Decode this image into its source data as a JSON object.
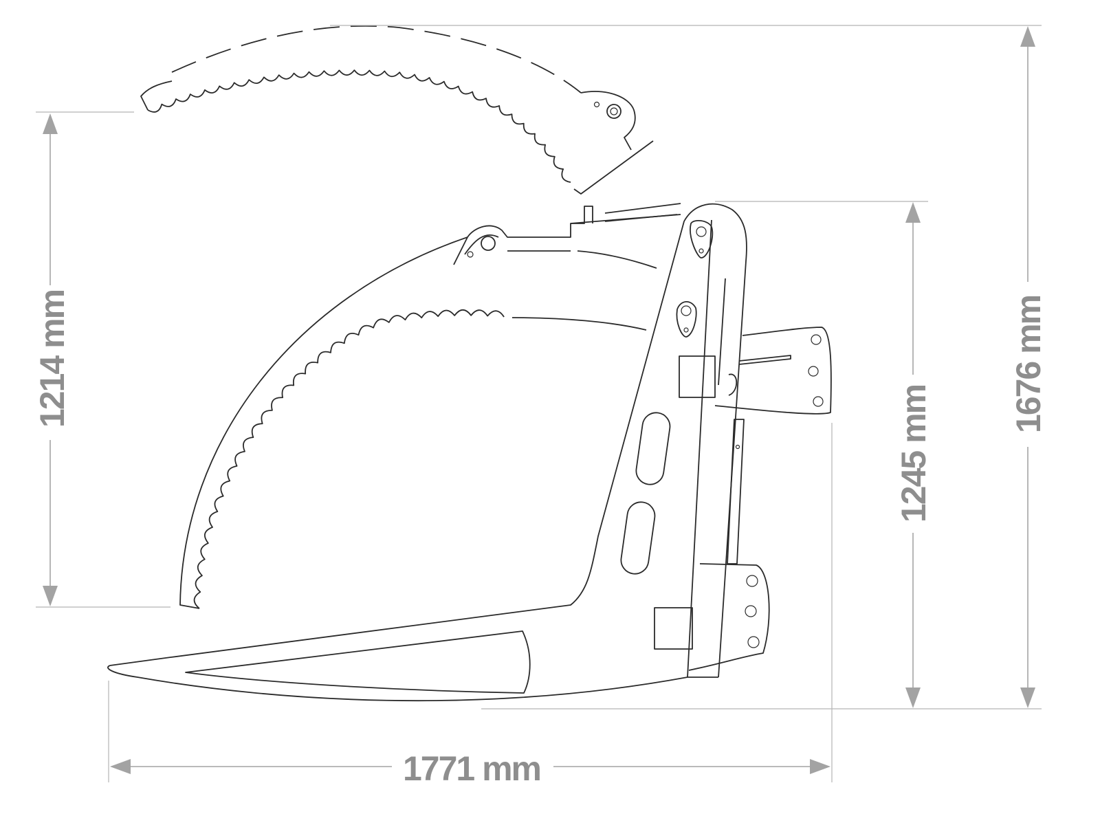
{
  "diagram": {
    "title": "Grapple side view dimensions",
    "line_color": "#2a2a2a",
    "dimension_color": "#a3a3a3",
    "dimensions": {
      "open_jaw_height": "1214 mm",
      "total_height_open": "1676 mm",
      "closed_height": "1245 mm",
      "length": "1771 mm"
    }
  }
}
